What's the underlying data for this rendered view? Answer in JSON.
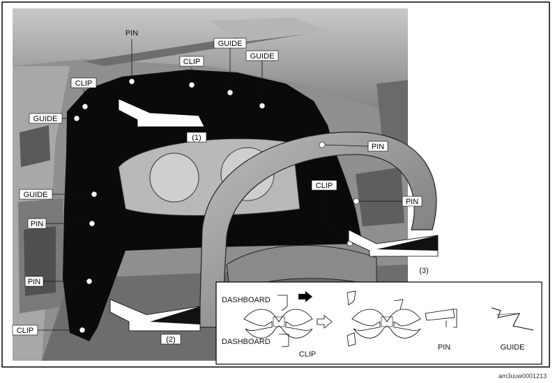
{
  "labels": {
    "pin_top": "PIN",
    "clip_top": "CLIP",
    "guide_top_1": "GUIDE",
    "guide_top_2": "GUIDE",
    "clip_left_top": "CLIP",
    "guide_left_1": "GUIDE",
    "guide_left_2": "GUIDE",
    "pin_left_1": "PIN",
    "pin_left_2": "PIN",
    "clip_left_bottom": "CLIP",
    "pin_wheel": "PIN",
    "clip_right": "CLIP",
    "pin_right": "PIN"
  },
  "steps": {
    "step1": "(1)",
    "step2": "(2)",
    "step3": "(3)"
  },
  "inset": {
    "dashboard_top": "DASHBOARD",
    "dashboard_bottom": "DASHBOARD",
    "clip": "CLIP",
    "pin": "PIN",
    "guide": "GUIDE"
  },
  "figure_code": "am3uuw0001213",
  "colors": {
    "panel": "#0a0a0a",
    "dash": "#9a9a9a",
    "wheel": "#8c8c8c",
    "frame": "#000000"
  }
}
